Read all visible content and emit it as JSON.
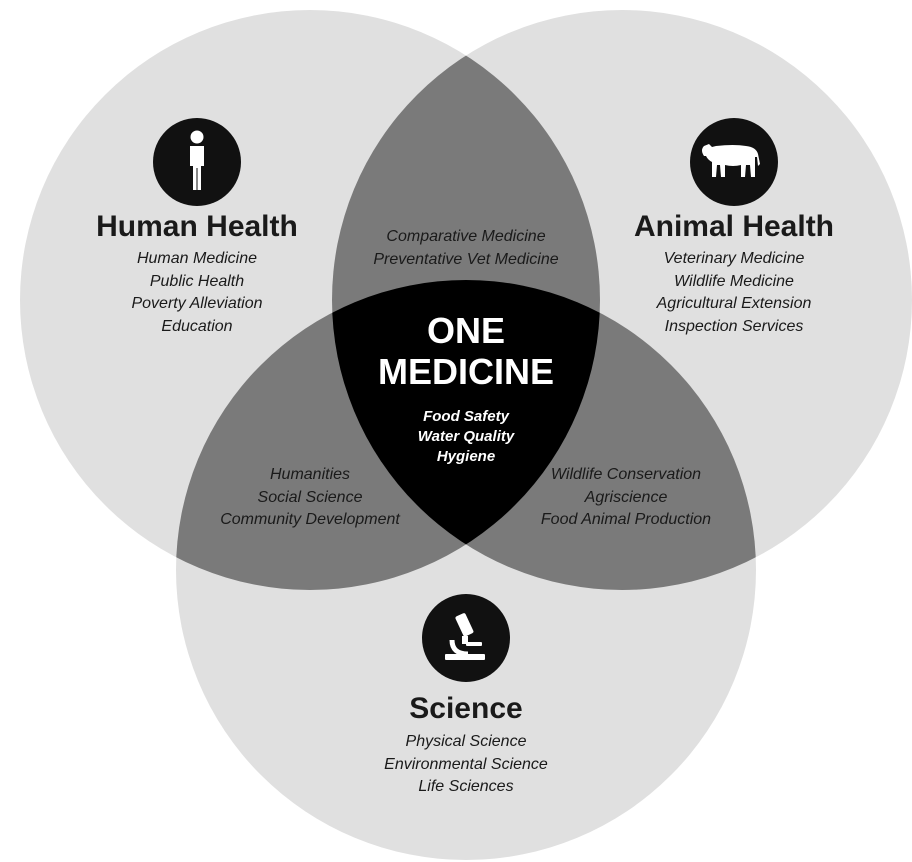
{
  "colors": {
    "circle": "#e0e0e0",
    "pair_overlap": "#7a7a7a",
    "triple_overlap": "#000000",
    "icon_bg": "#111111",
    "text_dark": "#1a1a1a",
    "text_light": "#ffffff"
  },
  "human_health": {
    "icon": "person-icon",
    "title": "Human Health",
    "items": [
      "Human Medicine",
      "Public Health",
      "Poverty Alleviation",
      "Education"
    ]
  },
  "animal_health": {
    "icon": "cow-icon",
    "title": "Animal Health",
    "items": [
      "Veterinary Medicine",
      "Wildlife Medicine",
      "Agricultural Extension",
      "Inspection Services"
    ]
  },
  "science": {
    "icon": "microscope-icon",
    "title": "Science",
    "items": [
      "Physical Science",
      "Environmental Science",
      "Life Sciences"
    ]
  },
  "human_animal_overlap": {
    "items": [
      "Comparative Medicine",
      "Preventative Vet Medicine"
    ]
  },
  "human_science_overlap": {
    "items": [
      "Humanities",
      "Social Science",
      "Community Development"
    ]
  },
  "animal_science_overlap": {
    "items": [
      "Wildlife Conservation",
      "Agriscience",
      "Food Animal Production"
    ]
  },
  "center": {
    "title_line1": "ONE",
    "title_line2": "MEDICINE",
    "items": [
      "Food Safety",
      "Water Quality",
      "Hygiene"
    ]
  }
}
